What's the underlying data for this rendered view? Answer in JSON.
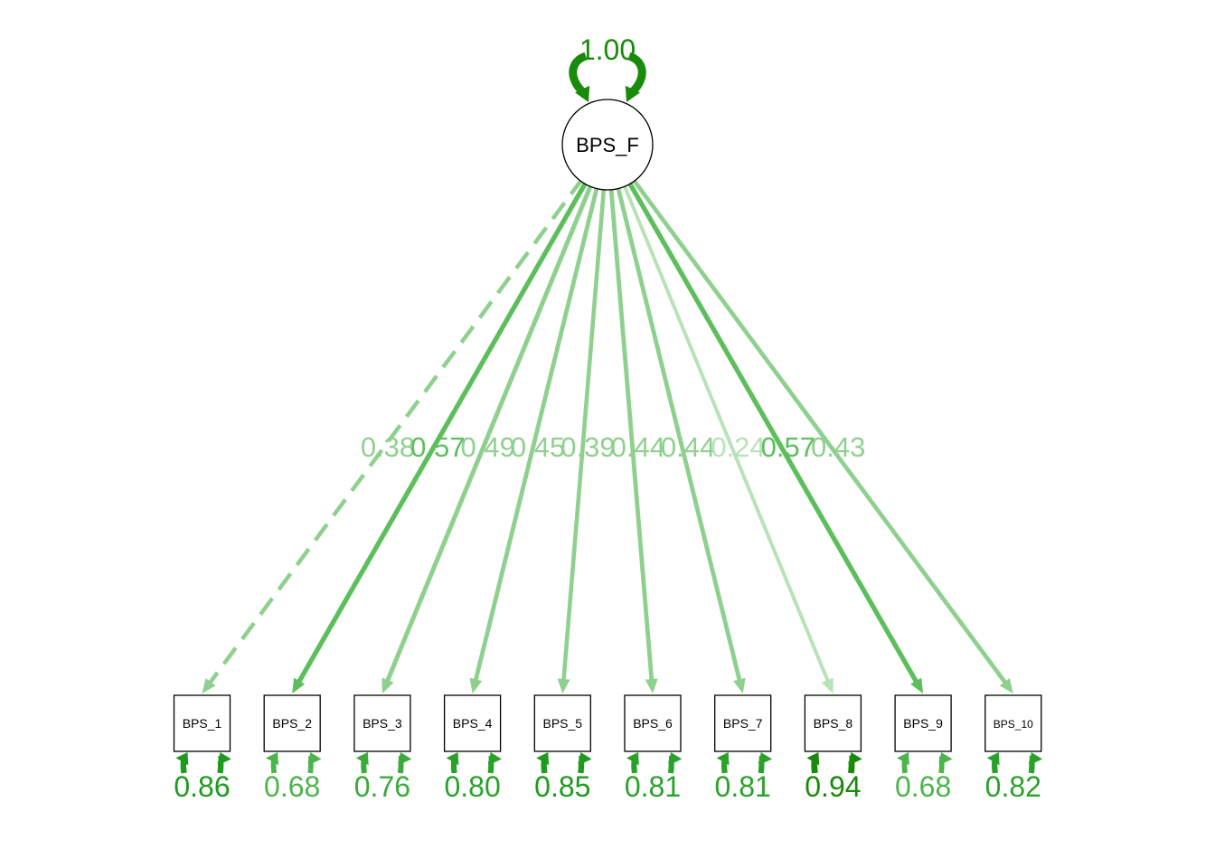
{
  "colors": {
    "strong": "#1a8a0a",
    "medium": "#5cbf5c",
    "light": "#8fd08f",
    "pale": "#b8e2b8",
    "node_stroke": "#000000"
  },
  "latent": {
    "label": "BPS_F",
    "variance": "1.00"
  },
  "indicators": [
    {
      "label": "BPS_1",
      "loading": "0.38",
      "residual": "0.86",
      "loading_value": 0.38,
      "residual_value": 0.86,
      "dashed": true
    },
    {
      "label": "BPS_2",
      "loading": "0.57",
      "residual": "0.68",
      "loading_value": 0.57,
      "residual_value": 0.68,
      "dashed": false
    },
    {
      "label": "BPS_3",
      "loading": "0.49",
      "residual": "0.76",
      "loading_value": 0.49,
      "residual_value": 0.76,
      "dashed": false
    },
    {
      "label": "BPS_4",
      "loading": "0.45",
      "residual": "0.80",
      "loading_value": 0.45,
      "residual_value": 0.8,
      "dashed": false
    },
    {
      "label": "BPS_5",
      "loading": "0.39",
      "residual": "0.85",
      "loading_value": 0.39,
      "residual_value": 0.85,
      "dashed": false
    },
    {
      "label": "BPS_6",
      "loading": "0.44",
      "residual": "0.81",
      "loading_value": 0.44,
      "residual_value": 0.81,
      "dashed": false
    },
    {
      "label": "BPS_7",
      "loading": "0.44",
      "residual": "0.81",
      "loading_value": 0.44,
      "residual_value": 0.81,
      "dashed": false
    },
    {
      "label": "BPS_8",
      "loading": "0.24",
      "residual": "0.94",
      "loading_value": 0.24,
      "residual_value": 0.94,
      "dashed": false
    },
    {
      "label": "BPS_9",
      "loading": "0.57",
      "residual": "0.68",
      "loading_value": 0.57,
      "residual_value": 0.68,
      "dashed": false
    },
    {
      "label": "BPS_10",
      "loading": "0.43",
      "residual": "0.82",
      "loading_value": 0.43,
      "residual_value": 0.82,
      "dashed": false
    }
  ]
}
